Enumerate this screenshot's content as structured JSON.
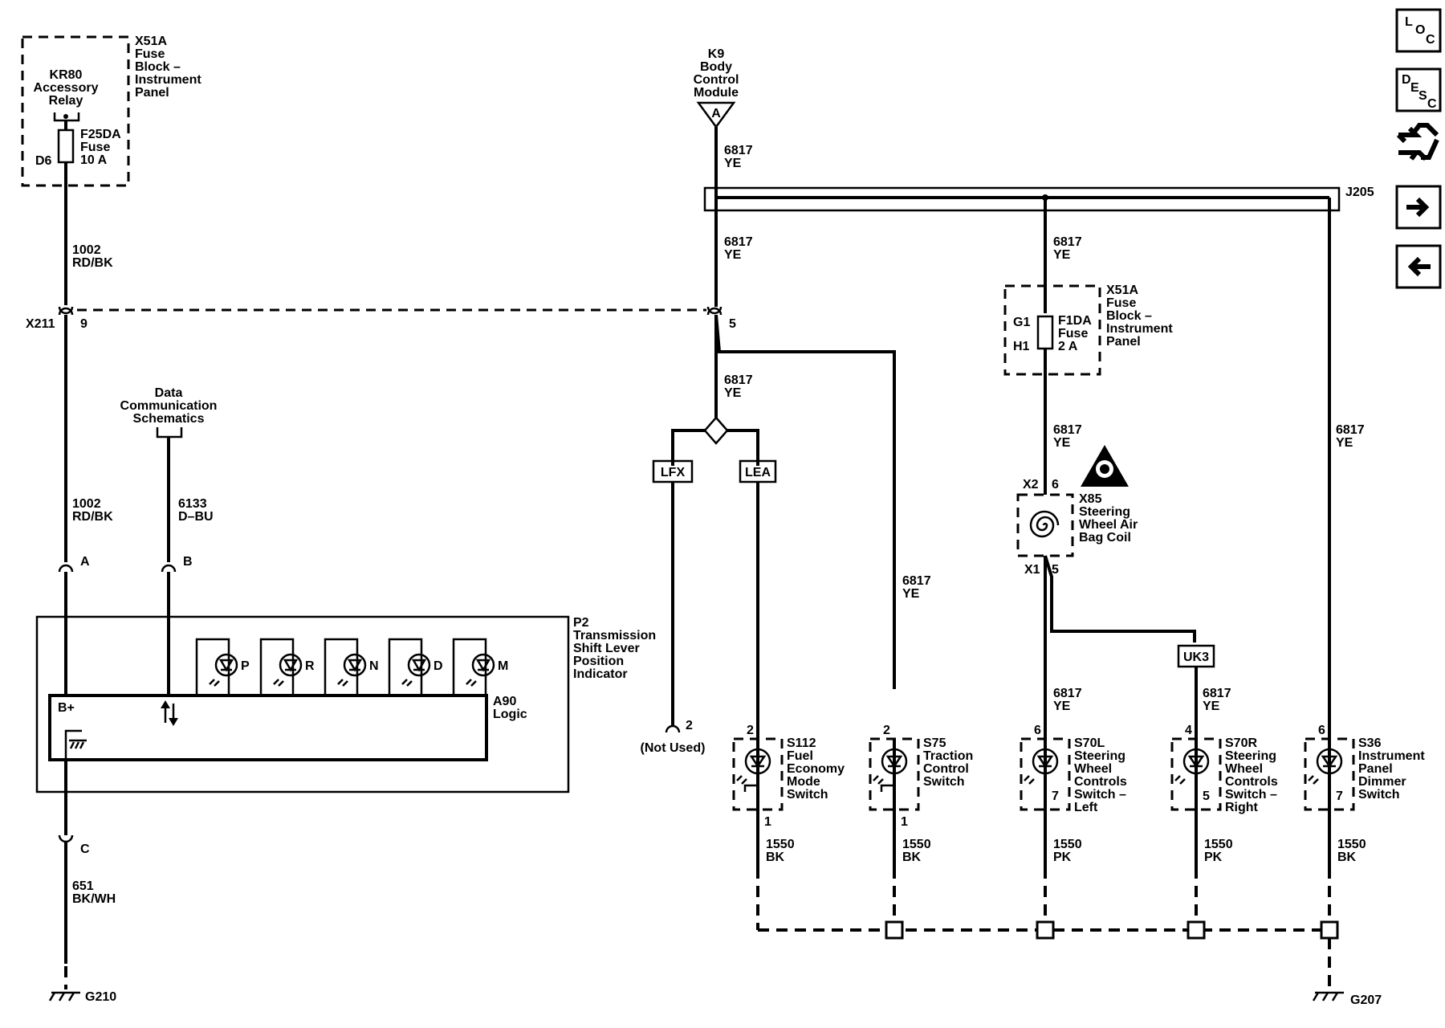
{
  "fuse_block_top": {
    "id": "X51A",
    "l1": "Fuse",
    "l2": "Block –",
    "l3": "Instrument",
    "l4": "Panel"
  },
  "relay": {
    "l1": "KR80",
    "l2": "Accessory",
    "l3": "Relay"
  },
  "fuse_f25": {
    "pin": "D6",
    "id": "F25DA",
    "l2": "Fuse",
    "l3": "10 A"
  },
  "k9": {
    "l1": "K9",
    "l2": "Body",
    "l3": "Control",
    "l4": "Module",
    "pin": "A"
  },
  "wires": {
    "w6817": "6817",
    "ye": "YE",
    "w1002": "1002",
    "rdbk": "RD/BK",
    "w6133": "6133",
    "dbu": "D–BU",
    "w651": "651",
    "bkwh": "BK/WH",
    "w1550": "1550",
    "bk": "BK",
    "pk": "PK"
  },
  "splice": "J205",
  "x211": {
    "id": "X211",
    "pin_left": "9",
    "pin_right": "5"
  },
  "data_comm": {
    "l1": "Data",
    "l2": "Communication",
    "l3": "Schematics"
  },
  "conn_pins": {
    "a": "A",
    "b": "B",
    "c": "C"
  },
  "fuse_block_mid": {
    "id": "X51A",
    "l1": "Fuse",
    "l2": "Block –",
    "l3": "Instrument",
    "l4": "Panel",
    "g1": "G1",
    "h1": "H1",
    "fuse": "F1DA",
    "fuse_l2": "Fuse",
    "fuse_l3": "2 A"
  },
  "options": {
    "lfx": "LFX",
    "lea": "LEA",
    "uk3": "UK3"
  },
  "x85": {
    "x2": "X2",
    "p6": "6",
    "id": "X85",
    "l1": "Steering",
    "l2": "Wheel Air",
    "l3": "Bag Coil",
    "x1": "X1",
    "p5": "5"
  },
  "p2": {
    "id": "P2",
    "l1": "Transmission",
    "l2": "Shift Lever",
    "l3": "Position",
    "l4": "Indicator",
    "bplus": "B+",
    "a90": "A90",
    "logic": "Logic",
    "leds": [
      "P",
      "R",
      "N",
      "D",
      "M"
    ]
  },
  "not_used": {
    "pin": "2",
    "label": "(Not Used)"
  },
  "s112": {
    "top": "2",
    "bot": "1",
    "id": "S112",
    "l1": "Fuel",
    "l2": "Economy",
    "l3": "Mode",
    "l4": "Switch"
  },
  "s75": {
    "top": "2",
    "bot": "1",
    "id": "S75",
    "l1": "Traction",
    "l2": "Control",
    "l3": "Switch"
  },
  "s70l": {
    "top": "6",
    "bot": "7",
    "id": "S70L",
    "l1": "Steering",
    "l2": "Wheel",
    "l3": "Controls",
    "l4": "Switch –",
    "l5": "Left"
  },
  "s70r": {
    "top": "4",
    "bot": "5",
    "id": "S70R",
    "l1": "Steering",
    "l2": "Wheel",
    "l3": "Controls",
    "l4": "Switch –",
    "l5": "Right"
  },
  "s36": {
    "top": "6",
    "bot": "7",
    "id": "S36",
    "l1": "Instrument",
    "l2": "Panel",
    "l3": "Dimmer",
    "l4": "Switch"
  },
  "grounds": {
    "g210": "G210",
    "g207": "G207"
  },
  "nav": {
    "loc": [
      "L",
      "O",
      "C"
    ],
    "desc": [
      "D",
      "E",
      "S",
      "C"
    ]
  }
}
